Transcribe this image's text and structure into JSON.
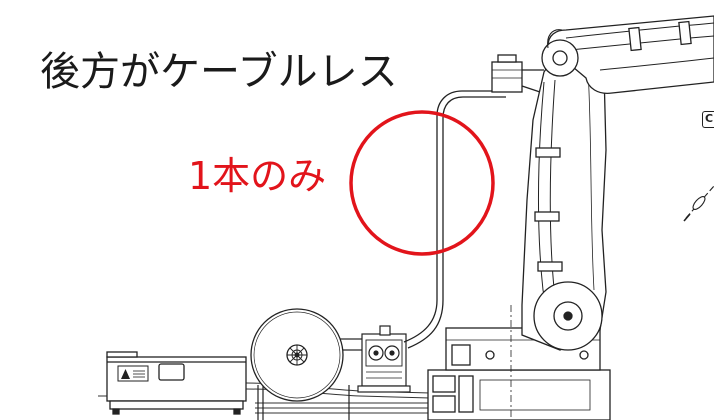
{
  "title": "後方がケーブルレス",
  "callout": {
    "label": "1本のみ"
  },
  "side_label": "C",
  "colors": {
    "line": "#222222",
    "accent": "#e2141b",
    "text": "#1a1a1a"
  }
}
